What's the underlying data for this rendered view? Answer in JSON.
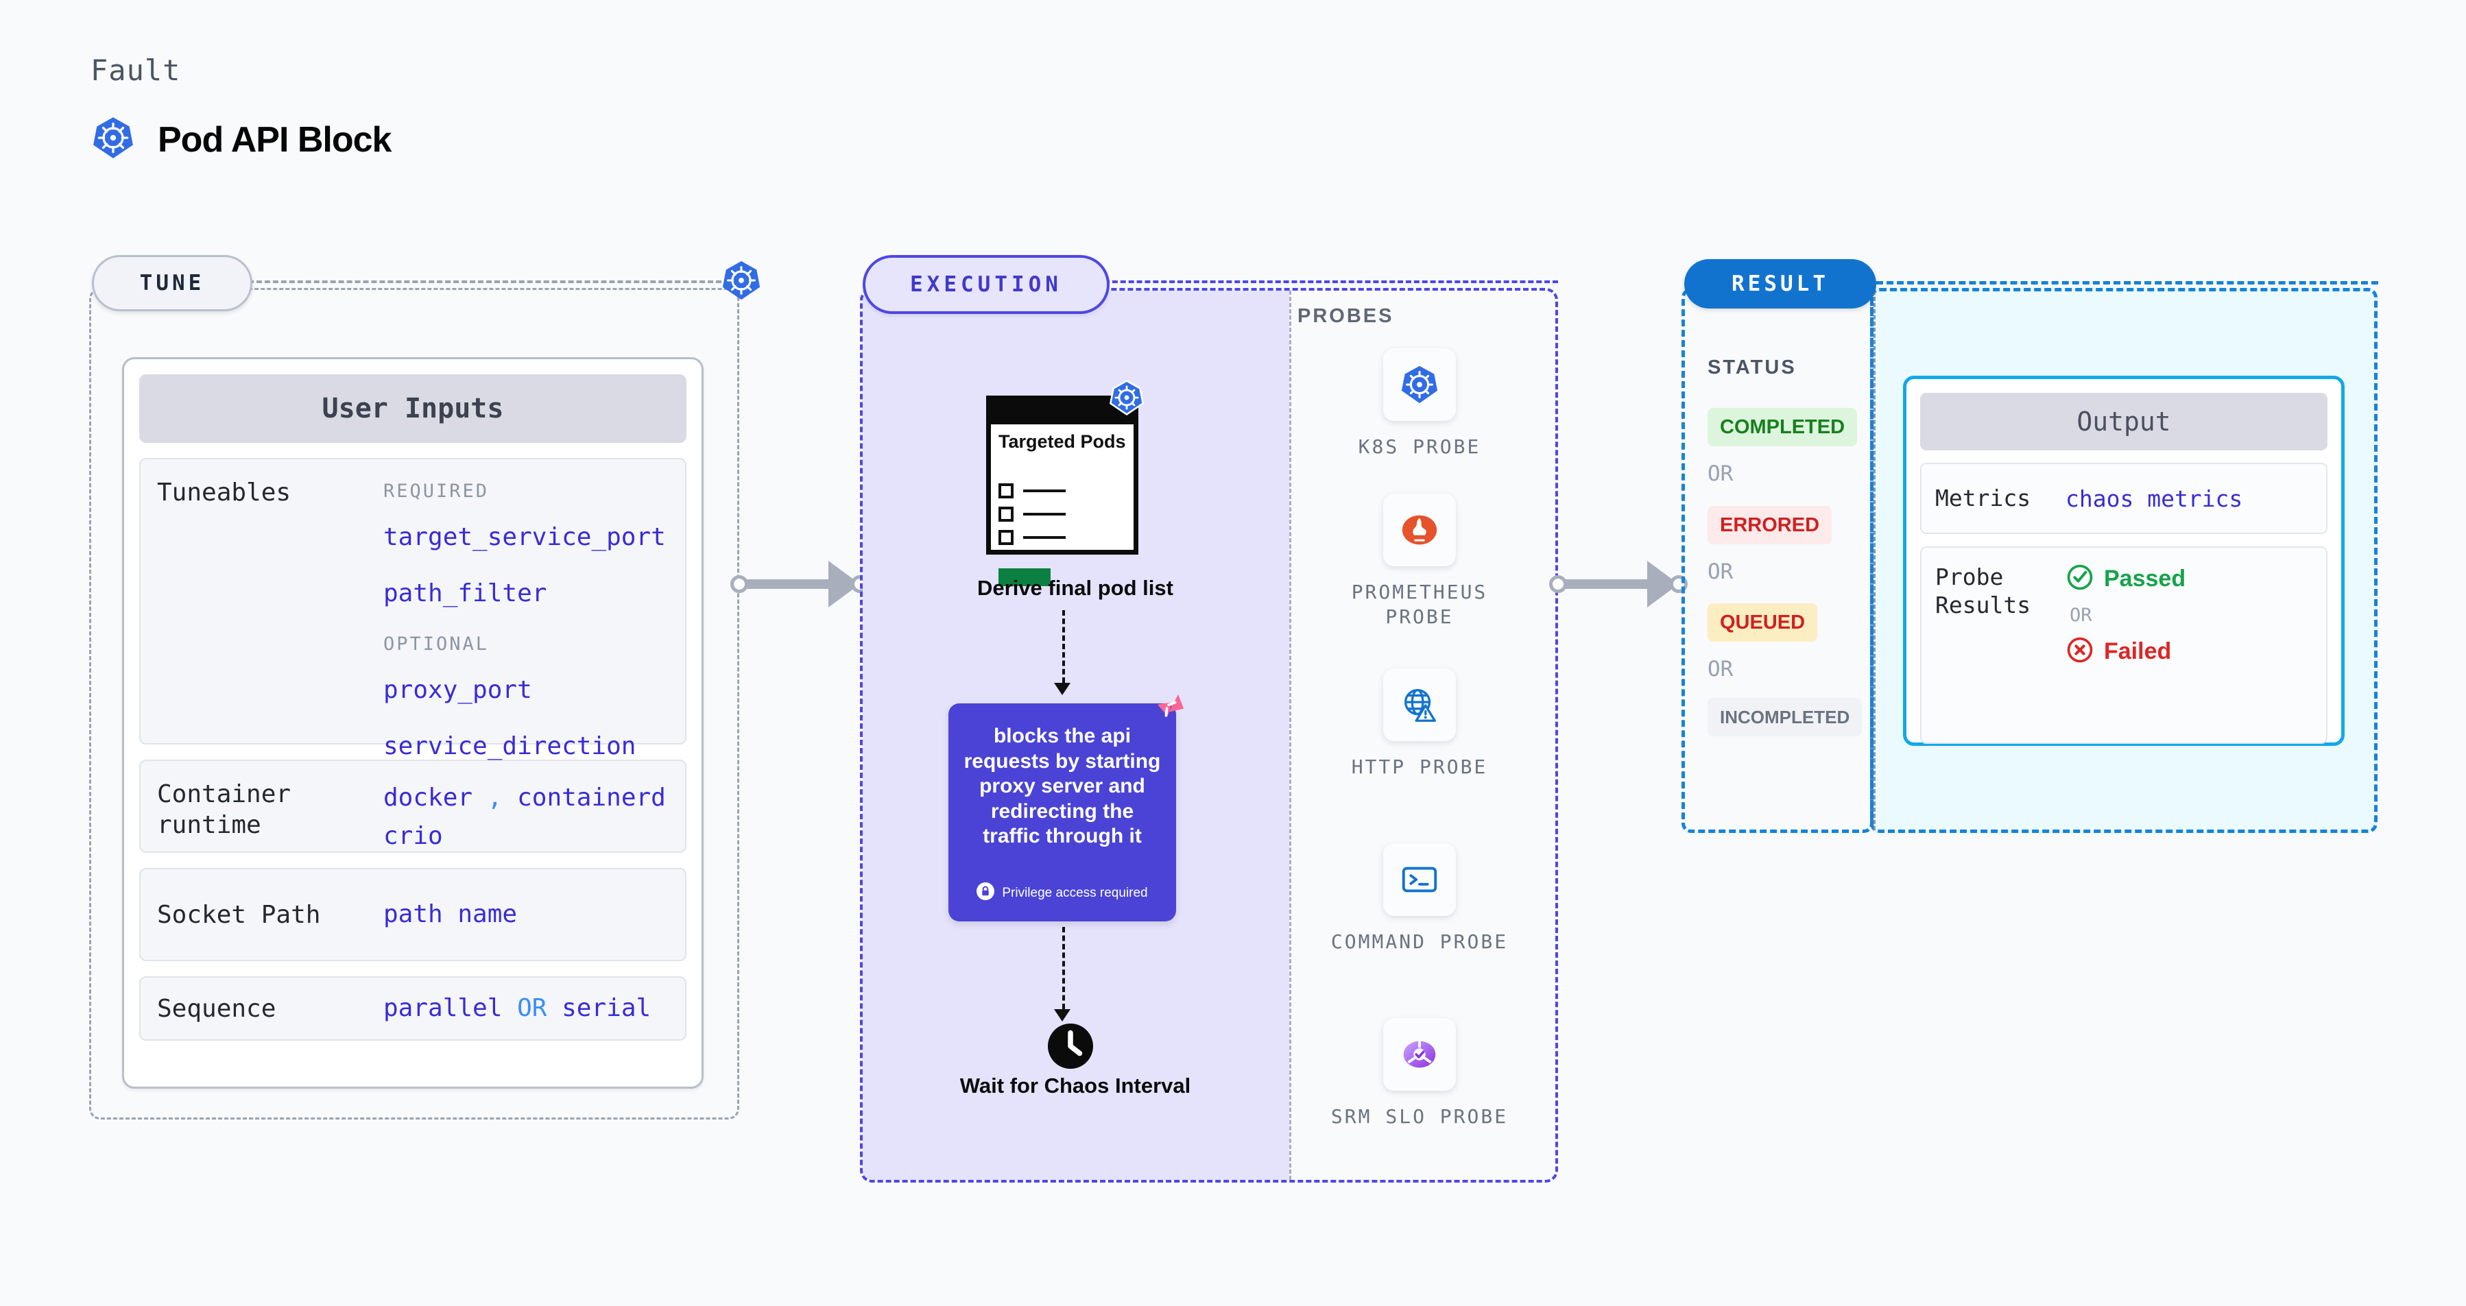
{
  "header": {
    "eyebrow": "Fault",
    "title": "Pod API Block",
    "icon": "kubernetes-icon"
  },
  "tune": {
    "pill_label": "TUNE",
    "corner_icon": "kubernetes-icon",
    "card_title": "User Inputs",
    "rows": [
      {
        "key": "Tuneables",
        "required_label": "REQUIRED",
        "required_values": [
          "target_service_port",
          "path_filter"
        ],
        "optional_label": "OPTIONAL",
        "optional_values": [
          "proxy_port",
          "service_direction"
        ]
      },
      {
        "key": "Container runtime",
        "values": [
          "docker",
          "containerd",
          "crio"
        ],
        "separator": ","
      },
      {
        "key": "Socket Path",
        "values": [
          "path name"
        ]
      },
      {
        "key": "Sequence",
        "values": [
          "parallel",
          "serial"
        ],
        "separator": "OR"
      }
    ]
  },
  "execution": {
    "pill_label": "EXECUTION",
    "targeted_pods": {
      "title": "Targeted Pods",
      "icon": "kubernetes-icon",
      "checkbox_rows": 3
    },
    "derive_label": "Derive final pod list",
    "fault_card": {
      "text": "blocks the api requests by starting proxy server and redirecting the traffic through it",
      "privilege_note": "Privilege access required",
      "privilege_icon": "lock-icon",
      "brand_icon": "litmus-icon",
      "color": "#4a43d6"
    },
    "wait_node": {
      "icon": "clock-icon",
      "label": "Wait for Chaos Interval"
    }
  },
  "probes": {
    "title": "PROBES",
    "items": [
      {
        "label": "K8S PROBE",
        "icon": "kubernetes-icon"
      },
      {
        "label": "PROMETHEUS PROBE",
        "icon": "prometheus-icon"
      },
      {
        "label": "HTTP PROBE",
        "icon": "http-globe-warning-icon"
      },
      {
        "label": "COMMAND PROBE",
        "icon": "terminal-icon"
      },
      {
        "label": "SRM SLO PROBE",
        "icon": "srm-slo-icon"
      }
    ]
  },
  "result": {
    "pill_label": "RESULT",
    "status_title": "STATUS",
    "or_label": "OR",
    "statuses": [
      {
        "label": "COMPLETED",
        "bg": "#ddf5dd",
        "fg": "#17801e"
      },
      {
        "label": "ERRORED",
        "bg": "#fdeaea",
        "fg": "#cf2020"
      },
      {
        "label": "QUEUED",
        "bg": "#fdedc3",
        "fg": "#cf2020"
      },
      {
        "label": "INCOMPLETED",
        "bg": "#f1f2f6",
        "fg": "#6b7280"
      }
    ],
    "output": {
      "title": "Output",
      "metrics_key": "Metrics",
      "metrics_value": "chaos metrics",
      "probe_results_key": "Probe Results",
      "passed_label": "Passed",
      "failed_label": "Failed",
      "or_label": "OR",
      "passed_icon": "check-circle-icon",
      "failed_icon": "x-circle-icon"
    }
  },
  "colors": {
    "tune_border": "#9aa3b2",
    "execution_border": "#4f46e5",
    "result_border": "#1783d6",
    "accent_blue": "#3a2bd6"
  }
}
